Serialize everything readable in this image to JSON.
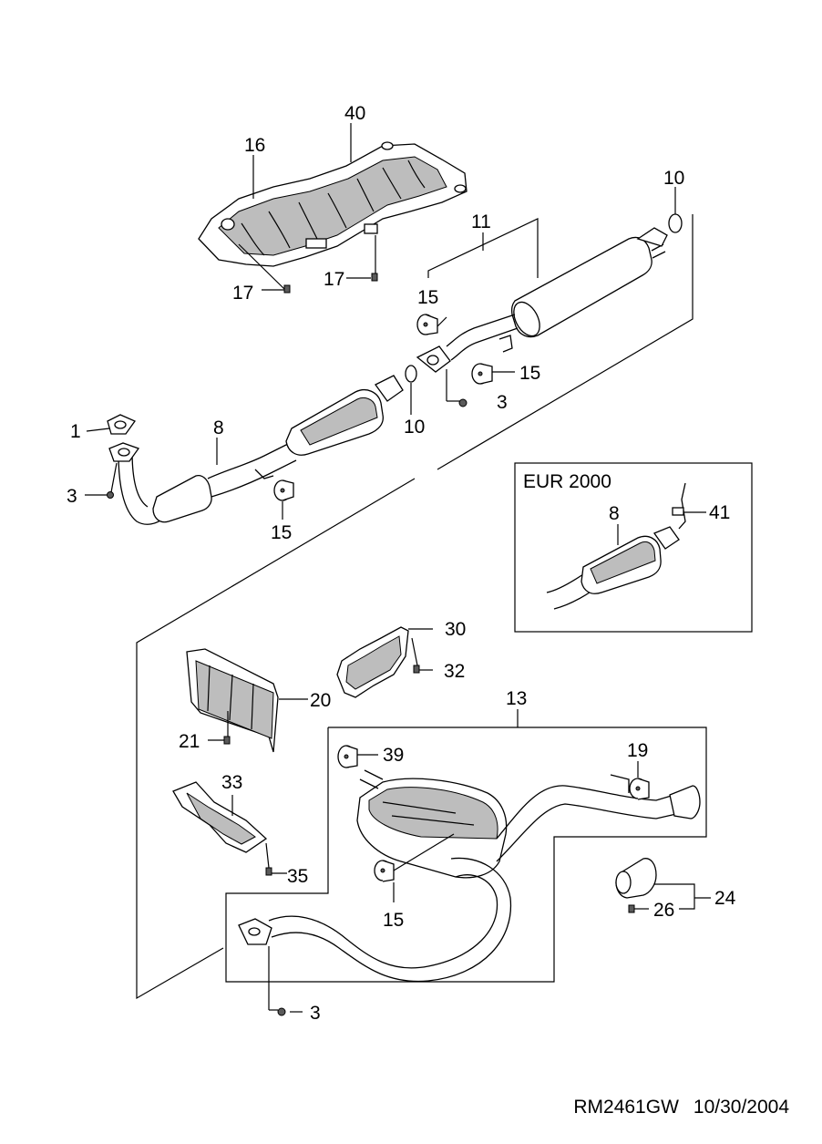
{
  "callouts": {
    "c40": "40",
    "c16": "16",
    "c17a": "17",
    "c17b": "17",
    "c10a": "10",
    "c11": "11",
    "c15a": "15",
    "c15b": "15",
    "c3a": "3",
    "c10b": "10",
    "c1": "1",
    "c8": "8",
    "c3b": "3",
    "c15c": "15",
    "c30": "30",
    "c32": "32",
    "c20": "20",
    "c21": "21",
    "c13": "13",
    "c39": "39",
    "c19": "19",
    "c33": "33",
    "c35": "35",
    "c15d": "15",
    "c24": "24",
    "c26": "26",
    "c3c": "3"
  },
  "inset": {
    "title": "EUR 2000",
    "c8": "8",
    "c41": "41"
  },
  "footer": {
    "code": "RM2461GW",
    "date": "10/30/2004"
  }
}
